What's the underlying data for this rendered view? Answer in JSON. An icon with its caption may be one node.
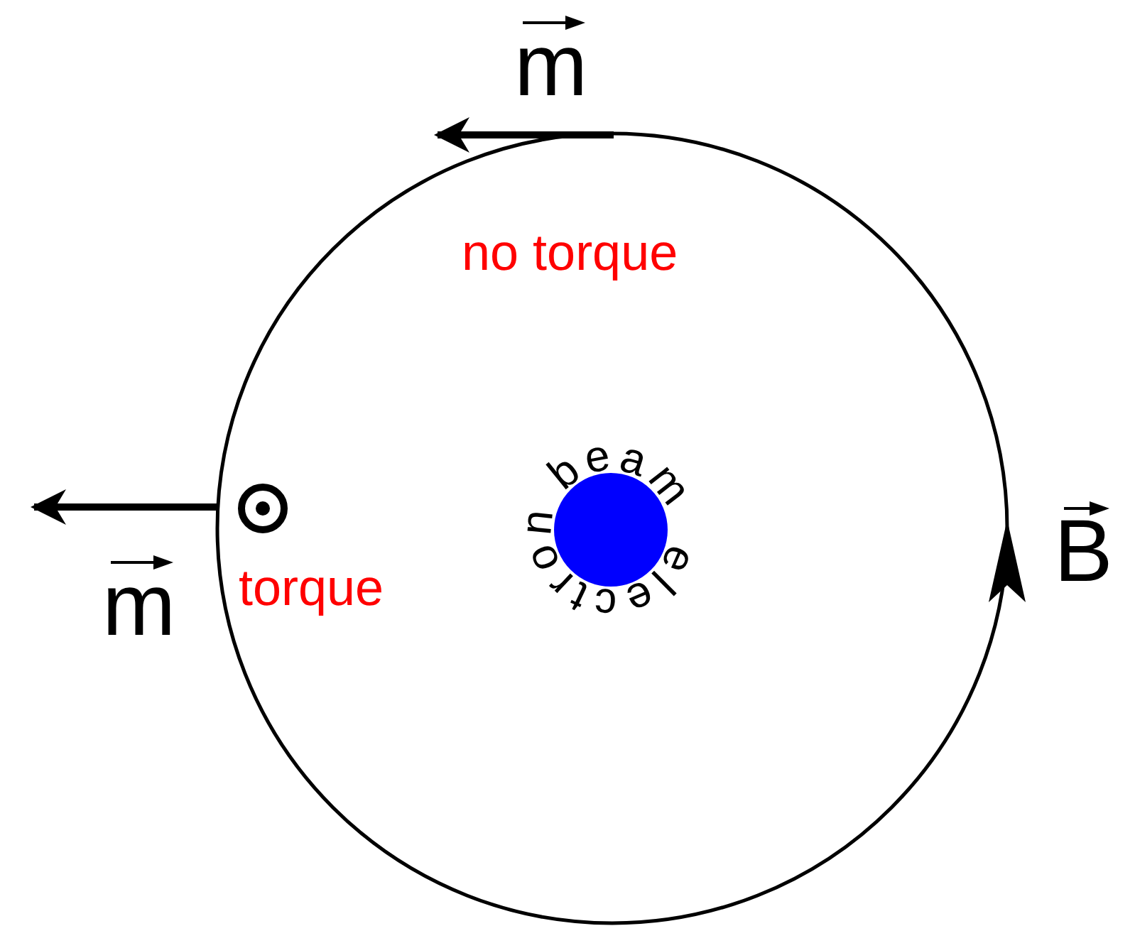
{
  "diagram": {
    "nodes": [
      {
        "text": [
          "electron beam"
        ]
      }
    ],
    "edges": [],
    "labels": [
      "m",
      "no torque",
      "m",
      "torque",
      "B"
    ]
  }
}
